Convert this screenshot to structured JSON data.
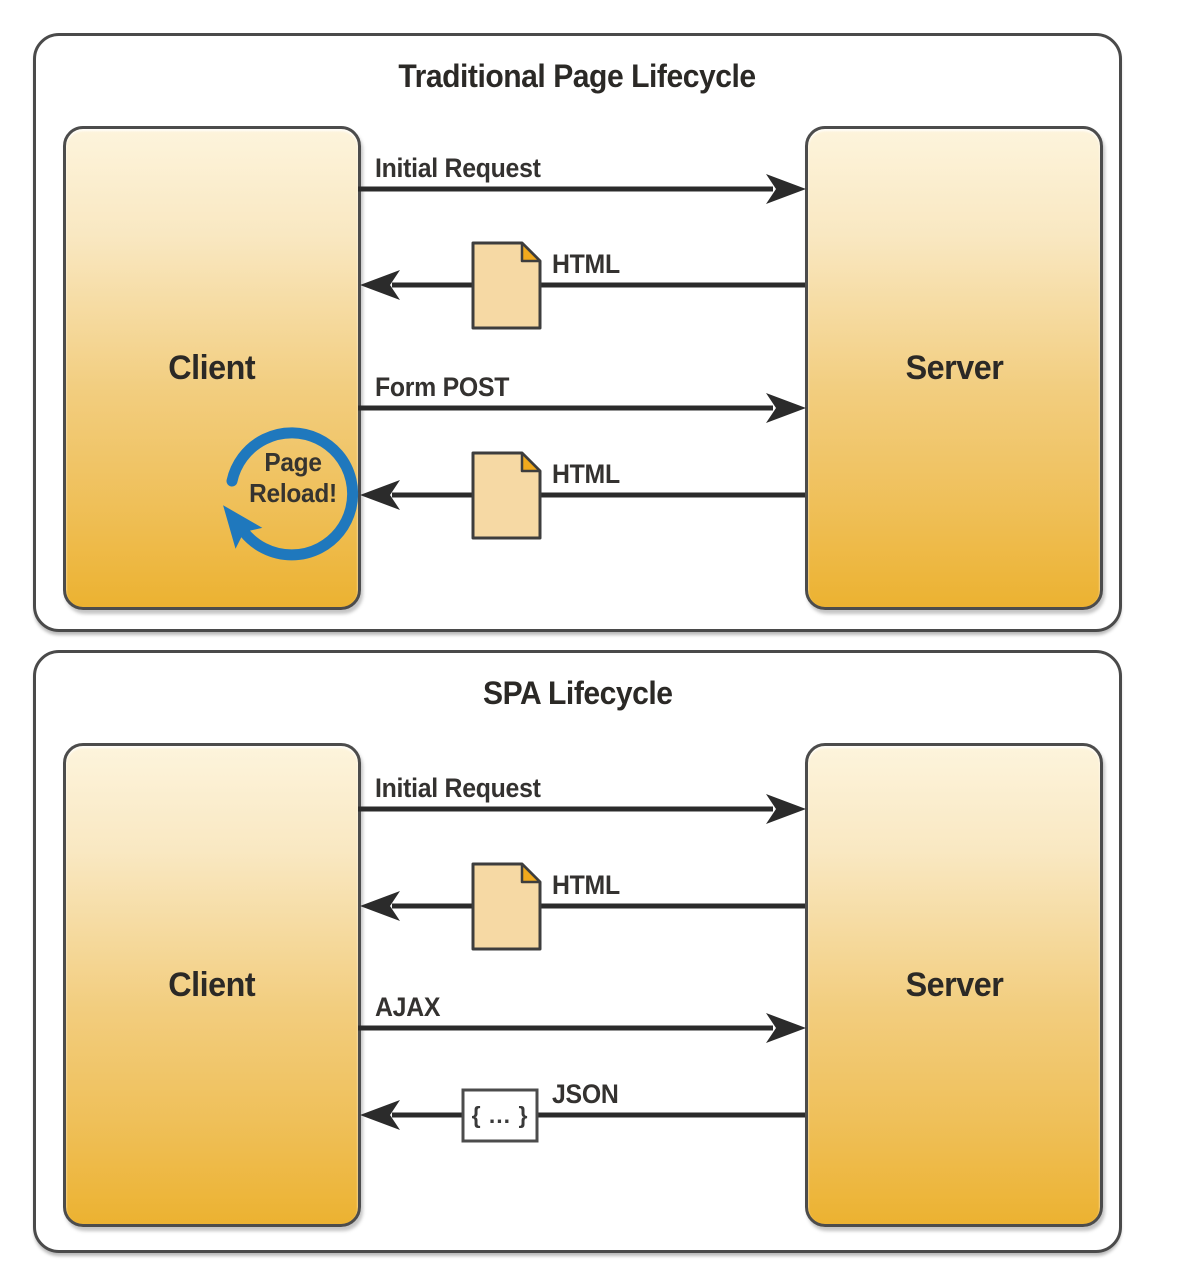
{
  "diagram": {
    "panels": [
      {
        "title": "Traditional Page Lifecycle",
        "client_label": "Client",
        "server_label": "Server",
        "arrows": [
          {
            "label": "Initial Request",
            "direction": "right",
            "icon": "none"
          },
          {
            "label": "HTML",
            "direction": "left",
            "icon": "document"
          },
          {
            "label": "Form POST",
            "direction": "right",
            "icon": "none"
          },
          {
            "label": "HTML",
            "direction": "left",
            "icon": "document"
          }
        ],
        "reload_badge": {
          "line1": "Page",
          "line2": "Reload!"
        }
      },
      {
        "title": "SPA Lifecycle",
        "client_label": "Client",
        "server_label": "Server",
        "arrows": [
          {
            "label": "Initial Request",
            "direction": "right",
            "icon": "none"
          },
          {
            "label": "HTML",
            "direction": "left",
            "icon": "document"
          },
          {
            "label": "AJAX",
            "direction": "right",
            "icon": "none"
          },
          {
            "label": "JSON",
            "direction": "left",
            "icon": "json-braces",
            "icon_text": "{ ... }"
          }
        ]
      }
    ],
    "colors": {
      "panel-border": "#4a4a4a",
      "box-border": "#4c4c4c",
      "box-grad-top": "#fdf4dc",
      "box-grad-mid": "#f2cd7e",
      "box-grad-bottom": "#ecb231",
      "doc-fill": "#f6d9a4",
      "doc-fold": "#f0a91d",
      "doc-stroke": "#3d3d3d",
      "arrow": "#2b2b2b",
      "reload-blue": "#1f78bd",
      "text": "#2b2926",
      "bg": "#ffffff"
    }
  }
}
